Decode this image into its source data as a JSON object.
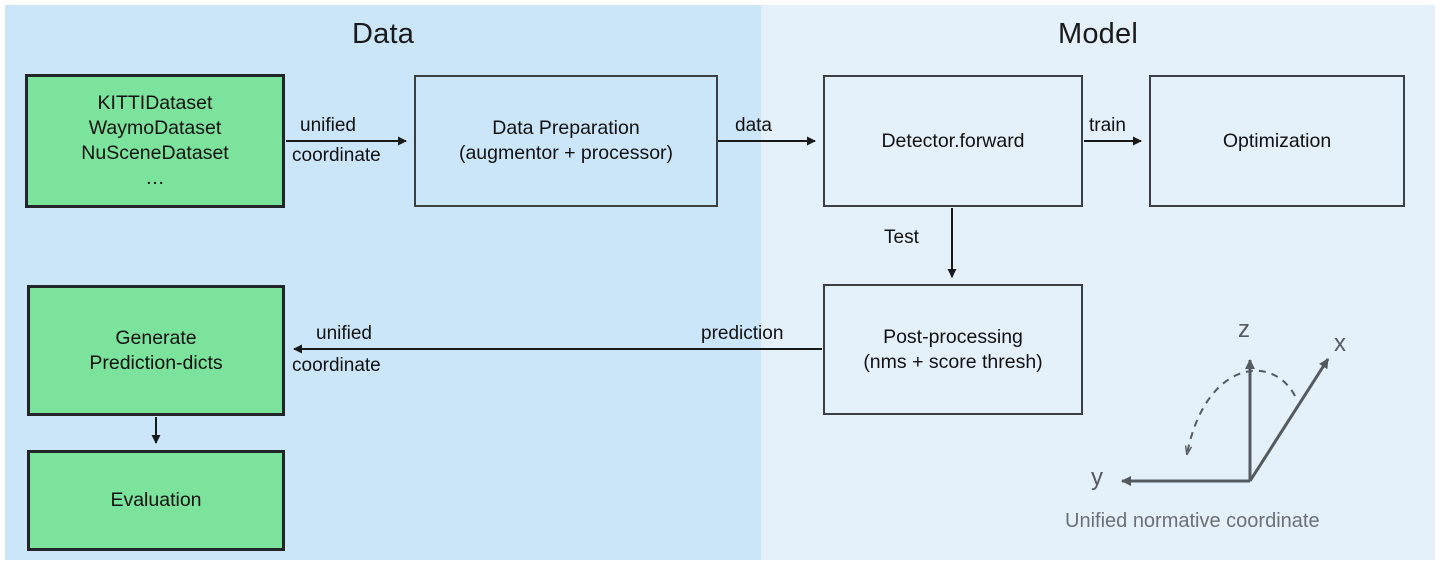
{
  "panels": {
    "data": {
      "title": "Data",
      "bg": "#cbe6f9"
    },
    "model": {
      "title": "Model",
      "bg": "#e4f1fa"
    }
  },
  "colors": {
    "green_node": "#7ce39c",
    "node_border": "#22262a",
    "plain_border": "#3b3f44",
    "axis": "#555a5e",
    "caption": "#6b7075"
  },
  "nodes": {
    "datasets": {
      "label": "KITTIDataset\nWaymoDataset\nNuSceneDataset\n…"
    },
    "data_preparation": {
      "label": "Data Preparation\n(augmentor + processor)"
    },
    "detector_forward": {
      "label": "Detector.forward"
    },
    "optimization": {
      "label": "Optimization"
    },
    "post_processing": {
      "label": "Post-processing\n(nms + score thresh)"
    },
    "generate_prediction_dicts": {
      "label": "Generate\nPrediction-dicts"
    },
    "evaluation": {
      "label": "Evaluation"
    }
  },
  "edges": {
    "unified_coordinate_top": {
      "line1": "unified",
      "line2": "coordinate"
    },
    "data": {
      "label": "data"
    },
    "train": {
      "label": "train"
    },
    "test": {
      "label": "Test"
    },
    "prediction": {
      "label": "prediction"
    },
    "unified_coordinate_bottom": {
      "line1": "unified",
      "line2": "coordinate"
    }
  },
  "coordinate_system": {
    "axis_x": "x",
    "axis_y": "y",
    "axis_z": "z",
    "caption": "Unified normative coordinate"
  }
}
